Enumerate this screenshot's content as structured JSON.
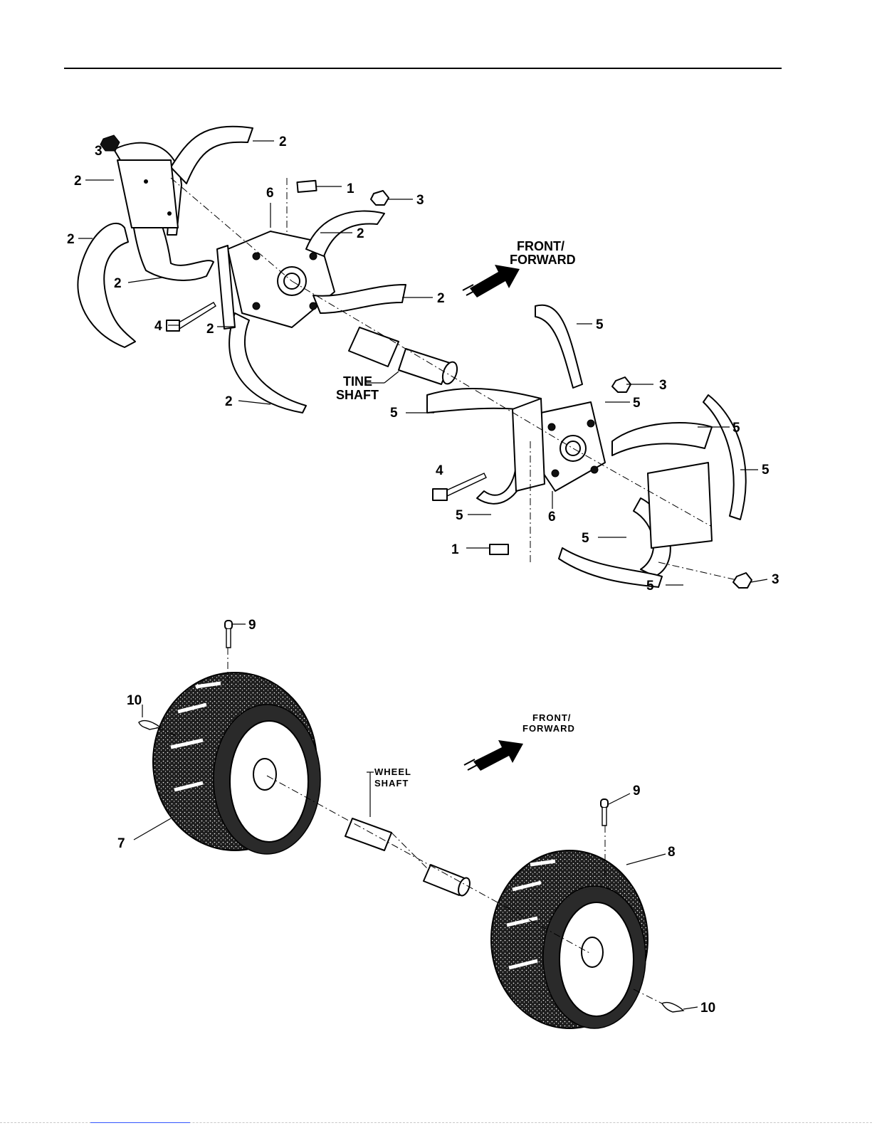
{
  "callouts": {
    "c1a": "1",
    "c1b": "1",
    "c2a": "2",
    "c2b": "2",
    "c2c": "2",
    "c2d": "2",
    "c2e": "2",
    "c2f": "2",
    "c2g": "2",
    "c2h": "2",
    "c3a": "3",
    "c3b": "3",
    "c3c": "3",
    "c3d": "3",
    "c4a": "4",
    "c4b": "4",
    "c5a": "5",
    "c5b": "5",
    "c5c": "5",
    "c5d": "5",
    "c5e": "5",
    "c5f": "5",
    "c5g": "5",
    "c5h": "5",
    "c6a": "6",
    "c6b": "6",
    "c7": "7",
    "c8": "8",
    "c9a": "9",
    "c9b": "9",
    "c10a": "10",
    "c10b": "10"
  },
  "labels": {
    "front_forward_top_1": "FRONT/",
    "front_forward_top_2": "FORWARD",
    "tine_shaft_1": "TINE",
    "tine_shaft_2": "SHAFT",
    "front_forward_bottom_1": "FRONT/",
    "front_forward_bottom_2": "FORWARD",
    "wheel_shaft_1": "WHEEL",
    "wheel_shaft_2": "SHAFT"
  }
}
